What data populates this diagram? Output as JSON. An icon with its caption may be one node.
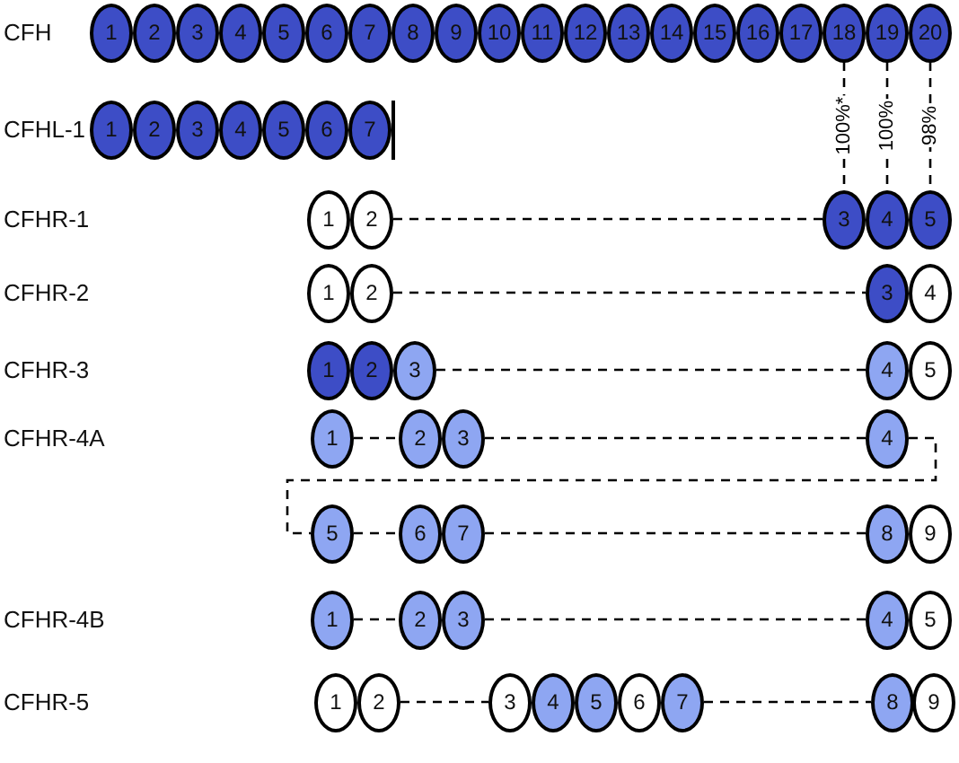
{
  "diagram": {
    "nodes": [
      {
        "text": [
          "1"
        ]
      },
      {
        "text": [
          "2"
        ]
      },
      {
        "text": [
          "3"
        ]
      },
      {
        "text": [
          "4"
        ]
      },
      {
        "text": [
          "5"
        ]
      },
      {
        "text": [
          "6"
        ]
      },
      {
        "text": [
          "7"
        ]
      },
      {
        "text": [
          "8"
        ]
      },
      {
        "text": [
          "9"
        ]
      },
      {
        "text": [
          "10"
        ]
      },
      {
        "text": [
          "11"
        ]
      },
      {
        "text": [
          "12"
        ]
      },
      {
        "text": [
          "13"
        ]
      },
      {
        "text": [
          "14"
        ]
      },
      {
        "text": [
          "15"
        ]
      },
      {
        "text": [
          "16"
        ]
      },
      {
        "text": [
          "17"
        ]
      },
      {
        "text": [
          "18"
        ]
      },
      {
        "text": [
          "19"
        ]
      },
      {
        "text": [
          "20"
        ]
      },
      {
        "text": [
          "1"
        ]
      },
      {
        "text": [
          "2"
        ]
      },
      {
        "text": [
          "3"
        ]
      },
      {
        "text": [
          "4"
        ]
      },
      {
        "text": [
          "5"
        ]
      },
      {
        "text": [
          "6"
        ]
      },
      {
        "text": [
          "7"
        ]
      },
      {
        "text": [
          "1"
        ]
      },
      {
        "text": [
          "2"
        ]
      },
      {
        "text": [
          "3"
        ]
      },
      {
        "text": [
          "4"
        ]
      },
      {
        "text": [
          "5"
        ]
      },
      {
        "text": [
          "1"
        ]
      },
      {
        "text": [
          "2"
        ]
      },
      {
        "text": [
          "3"
        ]
      },
      {
        "text": [
          "4"
        ]
      },
      {
        "text": [
          "1"
        ]
      },
      {
        "text": [
          "2"
        ]
      },
      {
        "text": [
          "3"
        ]
      },
      {
        "text": [
          "4"
        ]
      },
      {
        "text": [
          "5"
        ]
      },
      {
        "text": [
          "1"
        ]
      },
      {
        "text": [
          "2"
        ]
      },
      {
        "text": [
          "3"
        ]
      },
      {
        "text": [
          "4"
        ]
      },
      {
        "text": [
          "5"
        ]
      },
      {
        "text": [
          "6"
        ]
      },
      {
        "text": [
          "7"
        ]
      },
      {
        "text": [
          "8"
        ]
      },
      {
        "text": [
          "9"
        ]
      },
      {
        "text": [
          "1"
        ]
      },
      {
        "text": [
          "2"
        ]
      },
      {
        "text": [
          "3"
        ]
      },
      {
        "text": [
          "4"
        ]
      },
      {
        "text": [
          "5"
        ]
      },
      {
        "text": [
          "1"
        ]
      },
      {
        "text": [
          "2"
        ]
      },
      {
        "text": [
          "3"
        ]
      },
      {
        "text": [
          "4"
        ]
      },
      {
        "text": [
          "5"
        ]
      },
      {
        "text": [
          "6"
        ]
      },
      {
        "text": [
          "7"
        ]
      },
      {
        "text": [
          "8"
        ]
      },
      {
        "text": [
          "9"
        ]
      }
    ],
    "edges": [
      {
        "from": 17,
        "to": 29,
        "arrow": "none",
        "style": "dashed",
        "label": "100%*"
      },
      {
        "from": 18,
        "to": 30,
        "arrow": "none",
        "style": "dashed",
        "label": "100%"
      },
      {
        "from": 19,
        "to": 31,
        "arrow": "none",
        "style": "dashed",
        "label": "98%"
      },
      {
        "from": 28,
        "to": 29,
        "arrow": "none",
        "style": "dashed"
      },
      {
        "from": 33,
        "to": 34,
        "arrow": "none",
        "style": "dashed"
      },
      {
        "from": 38,
        "to": 39,
        "arrow": "none",
        "style": "dashed"
      },
      {
        "from": 41,
        "to": 42,
        "arrow": "none",
        "style": "dashed"
      },
      {
        "from": 43,
        "to": 44,
        "arrow": "none",
        "style": "dashed"
      },
      {
        "from": 44,
        "to": 45,
        "arrow": "none",
        "style": "dashed"
      },
      {
        "from": 45,
        "to": 46,
        "arrow": "none",
        "style": "dashed"
      },
      {
        "from": 47,
        "to": 48,
        "arrow": "none",
        "style": "dashed"
      },
      {
        "from": 50,
        "to": 51,
        "arrow": "none",
        "style": "dashed"
      },
      {
        "from": 52,
        "to": 53,
        "arrow": "none",
        "style": "dashed"
      },
      {
        "from": 56,
        "to": 57,
        "arrow": "none",
        "style": "dashed"
      },
      {
        "from": 61,
        "to": 62,
        "arrow": "none",
        "style": "dashed"
      }
    ],
    "labels": [
      "CFH",
      "CFHL-1",
      "CFHR-1",
      "CFHR-2",
      "CFHR-3",
      "CFHR-4A",
      "CFHR-4B",
      "CFHR-5"
    ]
  }
}
